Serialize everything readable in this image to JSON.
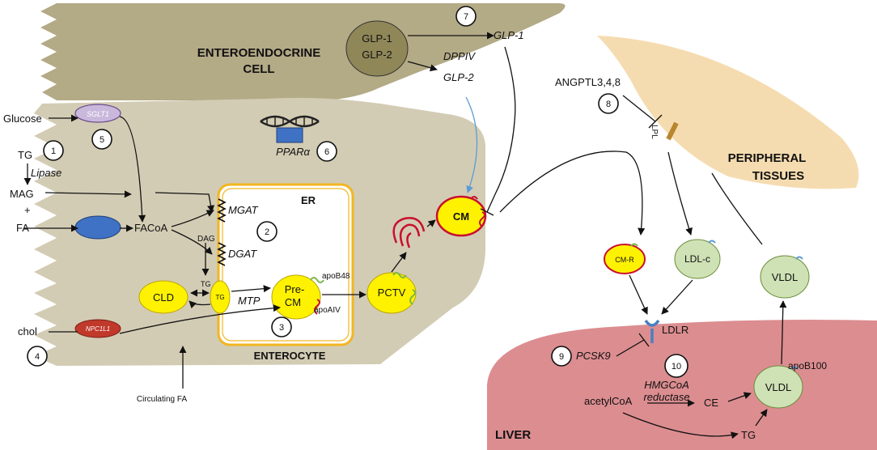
{
  "labels": {
    "enteroendocrine_line1": "ENTEROENDOCRINE",
    "enteroendocrine_line2": "CELL",
    "glp1_vesicle": "GLP-1",
    "glp2_vesicle": "GLP-2",
    "glp1": "GLP-1",
    "glp2": "GLP-2",
    "dppiv": "DPPIV",
    "glucose": "Glucose",
    "sglt1": "SGLT1",
    "tg": "TG",
    "lipase": "Lipase",
    "mag": "MAG",
    "plus": "+",
    "fa": "FA",
    "facoa": "FACoA",
    "dag": "DAG",
    "mgat": "MGAT",
    "dgat": "DGAT",
    "er": "ER",
    "tg_small": "TG",
    "tg_droplet": "TG",
    "cld": "CLD",
    "mtp": "MTP",
    "pre": "Pre-",
    "cm_pre": "CM",
    "apob48": "apoB48",
    "apoaiv": "apoAIV",
    "pctv": "PCTV",
    "cm": "CM",
    "pparalpha": "PPARα",
    "chol": "chol",
    "npc1l1": "NPC1L1",
    "enterocyte": "ENTEROCYTE",
    "circulating_fa": "Circulating FA",
    "angptl": "ANGPTL3,4,8",
    "lpl": "LPL",
    "peripheral_line1": "PERIPHERAL",
    "peripheral_line2": "TISSUES",
    "cmr": "CM-R",
    "ldlc": "LDL-c",
    "vldl_top": "VLDL",
    "ldlr": "LDLR",
    "pcsk9": "PCSK9",
    "hmgcoa_line1": "HMGCoA",
    "hmgcoa_line2": "reductase",
    "acetylcoa": "acetylCoA",
    "ce": "CE",
    "tg_liver": "TG",
    "vldl_liver": "VLDL",
    "apob100": "apoB100",
    "liver": "LIVER"
  },
  "steps": [
    "1",
    "2",
    "3",
    "4",
    "5",
    "6",
    "7",
    "8",
    "9",
    "10"
  ],
  "colors": {
    "cell": "#d3ccb4",
    "enteroendocrine": "#b3aa86",
    "vesicle": "#8f8758",
    "er_border": "#f2b620",
    "droplet": "#fff200",
    "droplet_border": "#c8102e",
    "sglt1": "#c9b8dc",
    "fa_transporter": "#3f72c4",
    "npc1l1": "#c0392b",
    "green_particle": "#cfe2b5",
    "liver": "#dc8d90",
    "peripheral": "#f5dcb0",
    "lpl": "#b8862e",
    "glp2_arrow": "#5b9bd5"
  }
}
